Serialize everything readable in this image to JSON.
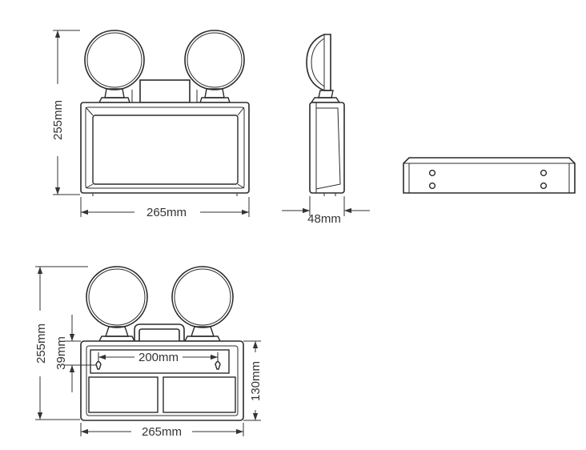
{
  "dimensions": {
    "front_height": "255mm",
    "front_width": "265mm",
    "side_depth": "48mm",
    "rear_height": "255mm",
    "rear_slot_offset": "39mm",
    "rear_body_height": "130mm",
    "rear_slot_spacing": "200mm",
    "rear_width": "265mm"
  },
  "colors": {
    "line": "#2b2b2b",
    "background": "#ffffff"
  }
}
